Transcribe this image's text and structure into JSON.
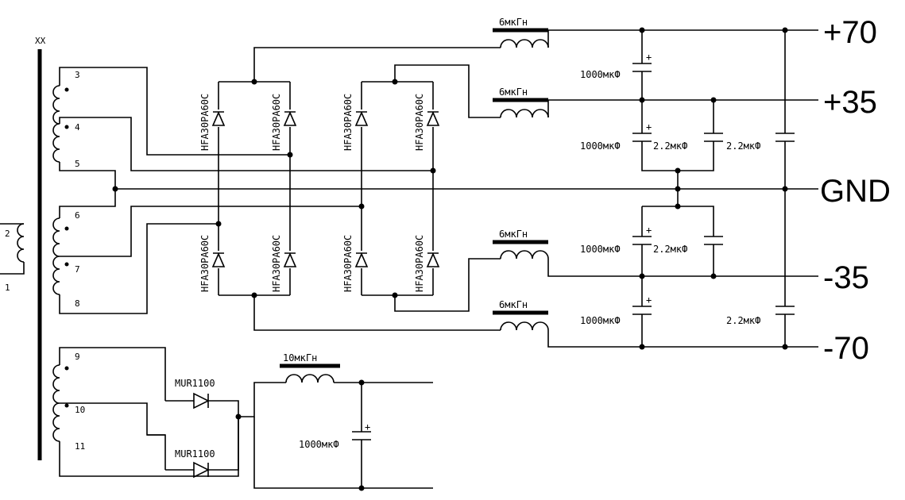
{
  "transformer": {
    "label": "XX",
    "pins": [
      "2",
      "1",
      "3",
      "4",
      "5",
      "6",
      "7",
      "8",
      "9",
      "10",
      "11"
    ]
  },
  "diodes": {
    "bridge": "HFA30PA60C",
    "aux": "MUR1100"
  },
  "inductors": {
    "main": "6мкГн",
    "aux": "10мкГн"
  },
  "capacitors": {
    "bulk": "1000мкФ",
    "film": "2.2мкФ",
    "plus": "+"
  },
  "rails": {
    "p70": "+70",
    "p35": "+35",
    "gnd": "GND",
    "m35": "-35",
    "m70": "-70"
  }
}
